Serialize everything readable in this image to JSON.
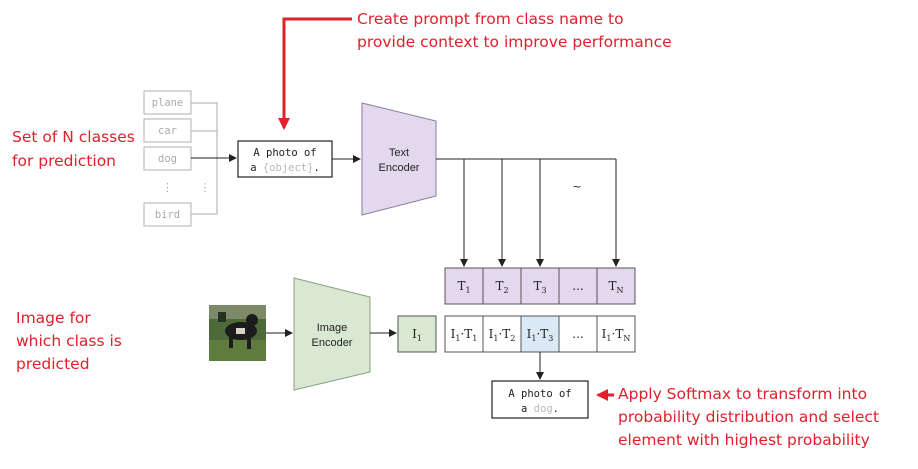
{
  "annotations": {
    "prompt_note": [
      "Create prompt from class name to",
      "provide context to improve performance"
    ],
    "classes_note": [
      "Set of N classes",
      "for prediction"
    ],
    "image_note": [
      "Image for",
      "which class is",
      "predicted"
    ],
    "softmax_note": [
      "Apply Softmax to transform into",
      "probability distribution and select",
      "element with highest probability"
    ]
  },
  "class_list": {
    "items": [
      "plane",
      "car",
      "dog",
      "bird"
    ],
    "ellipsis": "⋮"
  },
  "prompt_template": {
    "line1": "A photo of",
    "line2_prefix": "a ",
    "line2_object": "{object}",
    "line2_suffix": "."
  },
  "text_encoder": {
    "label_line1": "Text",
    "label_line2": "Encoder"
  },
  "image_encoder": {
    "label_line1": "Image",
    "label_line2": "Encoder"
  },
  "text_embeddings": {
    "symbol": "T",
    "subscripts": [
      "1",
      "2",
      "3",
      "",
      "N"
    ],
    "ellipsis": "...",
    "branch_ellipsis": "~"
  },
  "image_embedding": {
    "symbol": "I",
    "subscript": "1"
  },
  "similarities": {
    "cells": [
      {
        "a": "I",
        "a_sub": "1",
        "dot": "·",
        "b": "T",
        "b_sub": "1"
      },
      {
        "a": "I",
        "a_sub": "1",
        "dot": "·",
        "b": "T",
        "b_sub": "2"
      },
      {
        "a": "I",
        "a_sub": "1",
        "dot": "·",
        "b": "T",
        "b_sub": "3"
      },
      {
        "ellipsis": "..."
      },
      {
        "a": "I",
        "a_sub": "1",
        "dot": "·",
        "b": "T",
        "b_sub": "N"
      }
    ],
    "highlighted_index": 2
  },
  "result": {
    "line1": "A photo of",
    "line2_prefix": "a ",
    "line2_object": "dog",
    "line2_suffix": "."
  },
  "colors": {
    "annotation": "#e0202a",
    "text_encoder_fill": "#e3d9ee",
    "image_encoder_fill": "#d8e8d3",
    "highlight_fill": "#dbe8f6",
    "faded_text": "#b8b8b8"
  }
}
